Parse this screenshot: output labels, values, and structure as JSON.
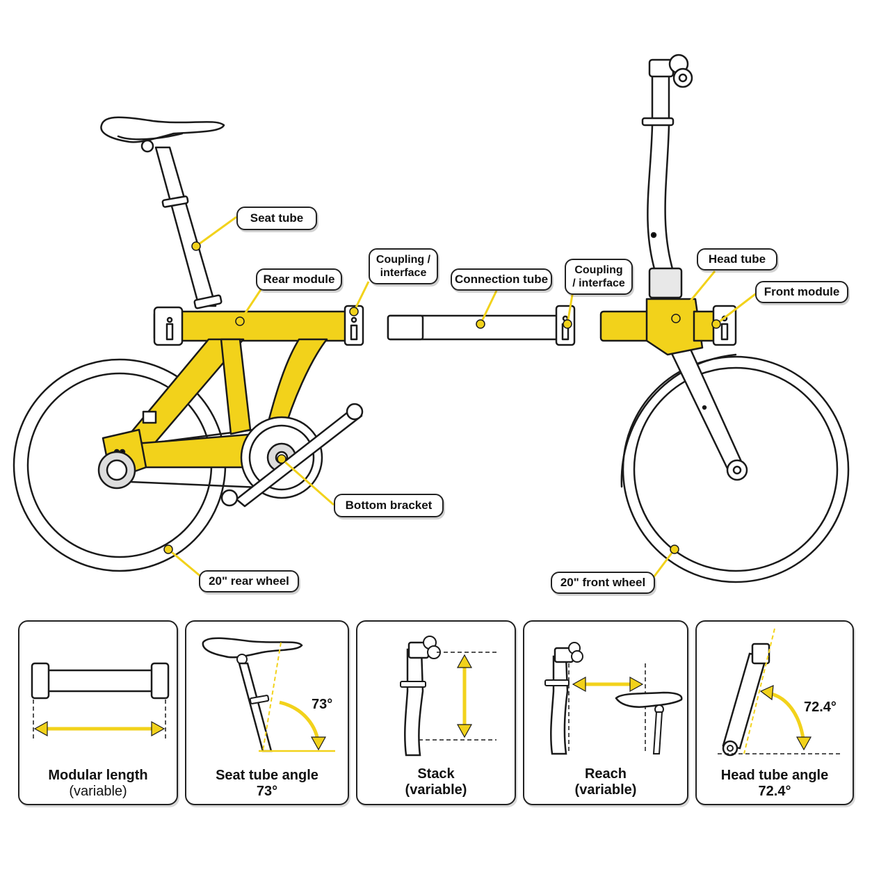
{
  "labels": {
    "seat_tube": "Seat tube",
    "rear_module": "Rear module",
    "coupling_left": "Coupling / interface",
    "connection_tube": "Connection tube",
    "coupling_right": "Coupling / interface",
    "head_tube": "Head tube",
    "front_module": "Front module",
    "bottom_bracket": "Bottom bracket",
    "rear_wheel": "20\" rear wheel",
    "front_wheel": "20\" front wheel"
  },
  "panels": [
    {
      "title": "Modular length",
      "subtitle": "(variable)"
    },
    {
      "title": "Seat tube angle",
      "subtitle": "73°",
      "angle": "73°"
    },
    {
      "title": "Stack",
      "subtitle": "(variable)"
    },
    {
      "title": "Reach",
      "subtitle": "(variable)"
    },
    {
      "title": "Head tube angle",
      "subtitle": "72.4°",
      "angle": "72.4°"
    }
  ],
  "colors": {
    "accent": "#f2d21b",
    "accent_dark": "#c9a800",
    "line": "#1a1a1a"
  }
}
